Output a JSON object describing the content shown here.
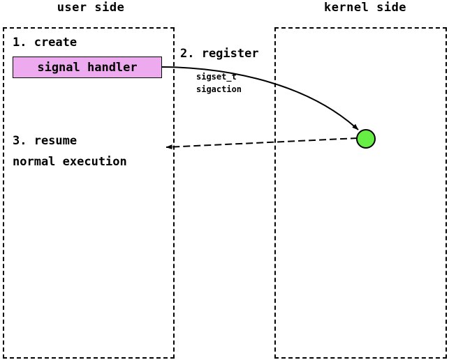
{
  "diagram": {
    "title_user": "user side",
    "title_kernel": "kernel side",
    "steps": {
      "step1": "1. create",
      "step2": "2. register",
      "step3": "3. resume\nnormal execution"
    },
    "handler_box": {
      "label": "signal handler",
      "fill": "#eeaaee",
      "stroke": "#000000"
    },
    "api_note": "sigset_t\nsigaction",
    "kernel_node": {
      "fill": "#66ee44",
      "stroke": "#000000"
    },
    "colors": {
      "line": "#000000",
      "background": "#ffffff",
      "pink": "#eeaaee",
      "green": "#66ee44"
    }
  }
}
